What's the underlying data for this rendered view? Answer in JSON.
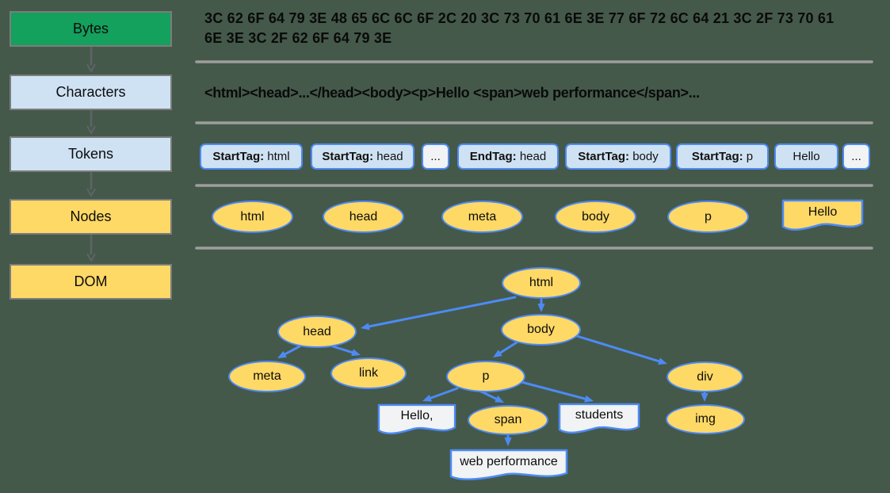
{
  "diagram_title": "browser-rendering-pipeline",
  "colors": {
    "background": "#44594a",
    "stage_green": "#14a05d",
    "stage_light_blue": "#cfe2f3",
    "stage_yellow": "#ffd966",
    "node_border_blue": "#4d8af5",
    "text_node_gray": "#f1f3f4",
    "divider_gray": "#9e9e9e",
    "pipeline_arrow_gray": "#5f6368"
  },
  "pipeline": {
    "stages": [
      {
        "label": "Bytes",
        "color": "green"
      },
      {
        "label": "Characters",
        "color": "blue"
      },
      {
        "label": "Tokens",
        "color": "blue"
      },
      {
        "label": "Nodes",
        "color": "yellow"
      },
      {
        "label": "DOM",
        "color": "yellow"
      }
    ]
  },
  "bytes_row": {
    "line1": "3C 62 6F 64 79 3E 48 65 6C 6C 6F 2C 20 3C 73 70 61 6E 3E 77 6F 72 6C 64 21 3C 2F 73 70 61",
    "line2": "6E 3E 3C 2F 62 6F 64 79 3E"
  },
  "characters_row": {
    "text": "<html><head>...</head><body><p>Hello <span>web performance</span>..."
  },
  "tokens_row": {
    "items": [
      {
        "bold": "StartTag:",
        "value": "html",
        "variant": "blue"
      },
      {
        "bold": "StartTag:",
        "value": "head",
        "variant": "blue"
      },
      {
        "value": "...",
        "variant": "gray"
      },
      {
        "bold": "EndTag:",
        "value": "head",
        "variant": "blue"
      },
      {
        "bold": "StartTag:",
        "value": "body",
        "variant": "blue"
      },
      {
        "bold": "StartTag:",
        "value": "p",
        "variant": "blue"
      },
      {
        "value": "Hello",
        "variant": "blue"
      },
      {
        "value": "...",
        "variant": "gray"
      }
    ]
  },
  "nodes_row": {
    "items": [
      {
        "label": "html",
        "shape": "ellipse"
      },
      {
        "label": "head",
        "shape": "ellipse"
      },
      {
        "label": "meta",
        "shape": "ellipse"
      },
      {
        "label": "body",
        "shape": "ellipse"
      },
      {
        "label": "p",
        "shape": "ellipse"
      },
      {
        "label": "Hello",
        "shape": "text-flag"
      }
    ]
  },
  "dom_tree": {
    "nodes": [
      {
        "id": "html",
        "label": "html",
        "shape": "ellipse"
      },
      {
        "id": "head",
        "label": "head",
        "shape": "ellipse"
      },
      {
        "id": "body",
        "label": "body",
        "shape": "ellipse"
      },
      {
        "id": "meta",
        "label": "meta",
        "shape": "ellipse"
      },
      {
        "id": "link",
        "label": "link",
        "shape": "ellipse"
      },
      {
        "id": "p",
        "label": "p",
        "shape": "ellipse"
      },
      {
        "id": "div",
        "label": "div",
        "shape": "ellipse"
      },
      {
        "id": "hello-text",
        "label": "Hello,",
        "shape": "text-flag"
      },
      {
        "id": "span",
        "label": "span",
        "shape": "ellipse"
      },
      {
        "id": "students-text",
        "label": "students",
        "shape": "text-flag"
      },
      {
        "id": "img",
        "label": "img",
        "shape": "ellipse"
      },
      {
        "id": "web-performance-text",
        "label": "web performance",
        "shape": "text-flag"
      }
    ],
    "edges": [
      [
        "html",
        "head"
      ],
      [
        "html",
        "body"
      ],
      [
        "head",
        "meta"
      ],
      [
        "head",
        "link"
      ],
      [
        "body",
        "p"
      ],
      [
        "body",
        "div"
      ],
      [
        "p",
        "hello-text"
      ],
      [
        "p",
        "span"
      ],
      [
        "p",
        "students-text"
      ],
      [
        "div",
        "img"
      ],
      [
        "span",
        "web-performance-text"
      ]
    ]
  }
}
